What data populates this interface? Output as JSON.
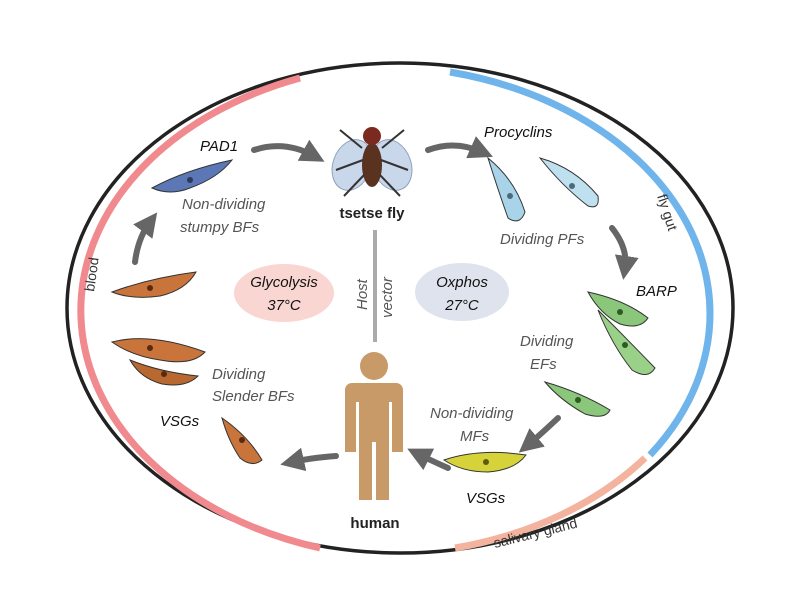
{
  "colors": {
    "blood": "#f08a8e",
    "fly_gut": "#6fb4ea",
    "salivary_gland": "#f3b39f",
    "glycolysis_bg": "#f9d6d2",
    "oxphos_bg": "#dfe3ee",
    "human": "#c89a67",
    "arrow": "#666666"
  },
  "arcs": {
    "blood": "blood",
    "fly_gut": "fly gut",
    "salivary_gland": "salivary gland"
  },
  "center": {
    "host": "Host",
    "vector": "vector",
    "glycolysis_line1": "Glycolysis",
    "glycolysis_line2": "37°C",
    "oxphos_line1": "Oxphos",
    "oxphos_line2": "27°C"
  },
  "nodes": {
    "tsetse_fly": "tsetse fly",
    "human": "human"
  },
  "stages": {
    "pad1": "PAD1",
    "stumpy_line1": "Non-dividing",
    "stumpy_line2": "stumpy BFs",
    "procyclins": "Procyclins",
    "pfs": "Dividing PFs",
    "barp": "BARP",
    "efs_line1": "Dividing",
    "efs_line2": "EFs",
    "mfs_line1": "Non-dividing",
    "mfs_line2": "MFs",
    "vsgs_right": "VSGs",
    "slender_line1": "Dividing",
    "slender_line2": "Slender BFs",
    "vsgs_left": "VSGs"
  }
}
